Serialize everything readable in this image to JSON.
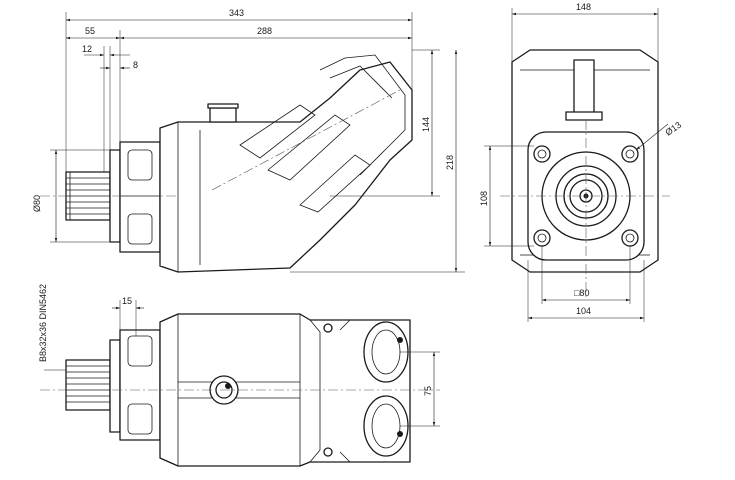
{
  "dimensions": {
    "overall_length": "343",
    "flange_to_end": "288",
    "shaft_length": "55",
    "pilot_length": "12",
    "flange_thickness": "8",
    "pilot_diameter": "Ø80",
    "port_height": "144",
    "overall_height": "218",
    "overall_width": "148",
    "bolt_hole_diameter": "Ø13",
    "bolt_vertical_spacing": "108",
    "bolt_square": "□80",
    "flange_width": "104",
    "key_offset": "15",
    "shaft_spec": "B8x32x36 DIN5462",
    "port_spacing": "75"
  }
}
